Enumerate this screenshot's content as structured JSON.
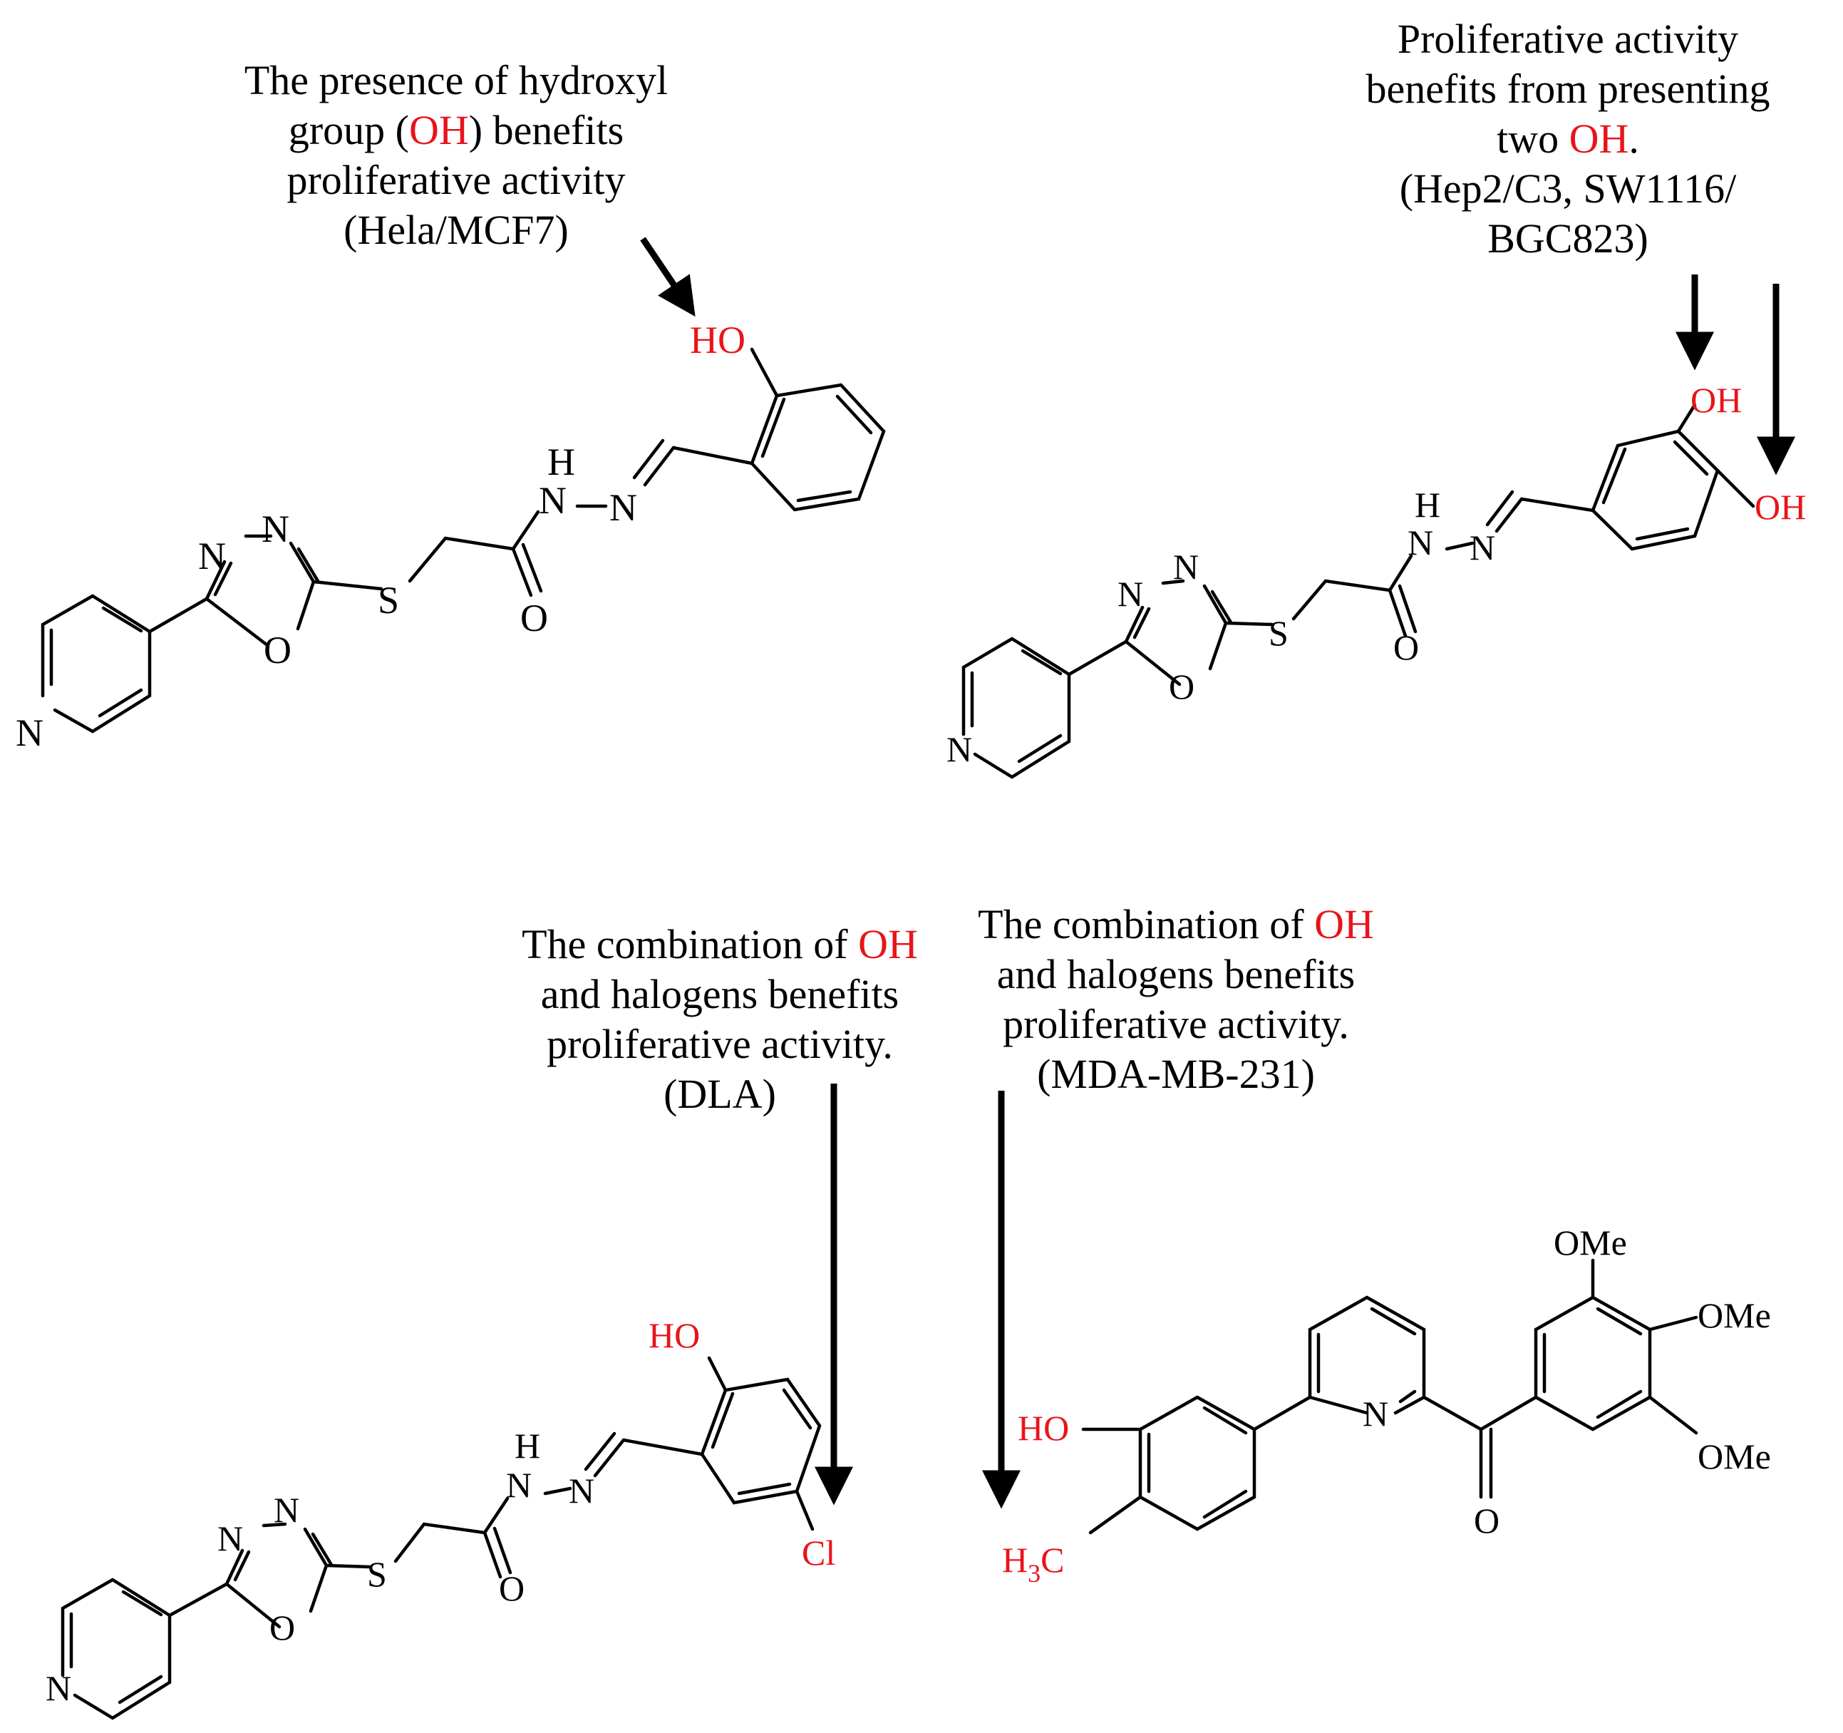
{
  "annotations": {
    "top_left": {
      "line1": "The presence of hydroxyl",
      "line2_pre": "group (",
      "line2_red": "OH",
      "line2_post": ") benefits",
      "line3": "proliferative activity",
      "line4": "(Hela/MCF7)"
    },
    "top_right": {
      "line1": "Proliferative activity",
      "line2": "benefits from presenting",
      "line3_pre": "two ",
      "line3_red": "OH",
      "line3_post": ".",
      "line4": "(Hep2/C3, SW1116/",
      "line5": "BGC823)"
    },
    "bottom_left": {
      "line1_pre": "The combination of ",
      "line1_red": "OH",
      "line2": "and halogens benefits",
      "line3": "proliferative activity.",
      "line4": "(DLA)"
    },
    "bottom_right": {
      "line1_pre": "The combination of ",
      "line1_red": "OH",
      "line2": "and halogens benefits",
      "line3": "proliferative activity.",
      "line4": "(MDA-MB-231)"
    }
  },
  "atoms": {
    "N": "N",
    "O": "O",
    "S": "S",
    "H": "H",
    "HO": "HO",
    "OH": "OH",
    "Cl": "Cl",
    "OMe": "OMe",
    "H3C_H": "H",
    "H3C_3": "3",
    "H3C_C": "C"
  },
  "colors": {
    "highlight": "#e8141b",
    "ink": "#000000"
  }
}
